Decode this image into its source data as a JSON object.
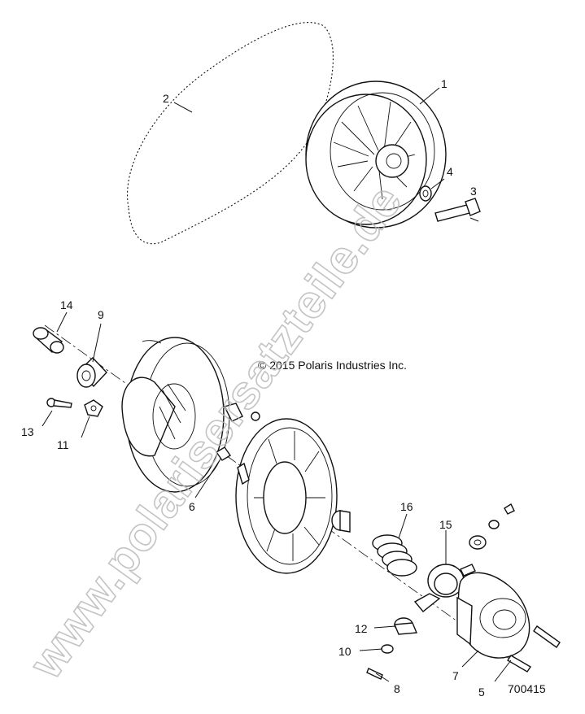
{
  "copyright": "© 2015 Polaris Industries Inc.",
  "drawing_number": "700415",
  "watermark": "www.polarisersatzteile.de",
  "callouts": {
    "c1": "1",
    "c2": "2",
    "c3": "3",
    "c4": "4",
    "c5": "5",
    "c6": "6",
    "c7": "7",
    "c8": "8",
    "c9": "9",
    "c10": "10",
    "c11": "11",
    "c12": "12",
    "c13": "13",
    "c14": "14",
    "c15": "15",
    "c16": "16"
  }
}
